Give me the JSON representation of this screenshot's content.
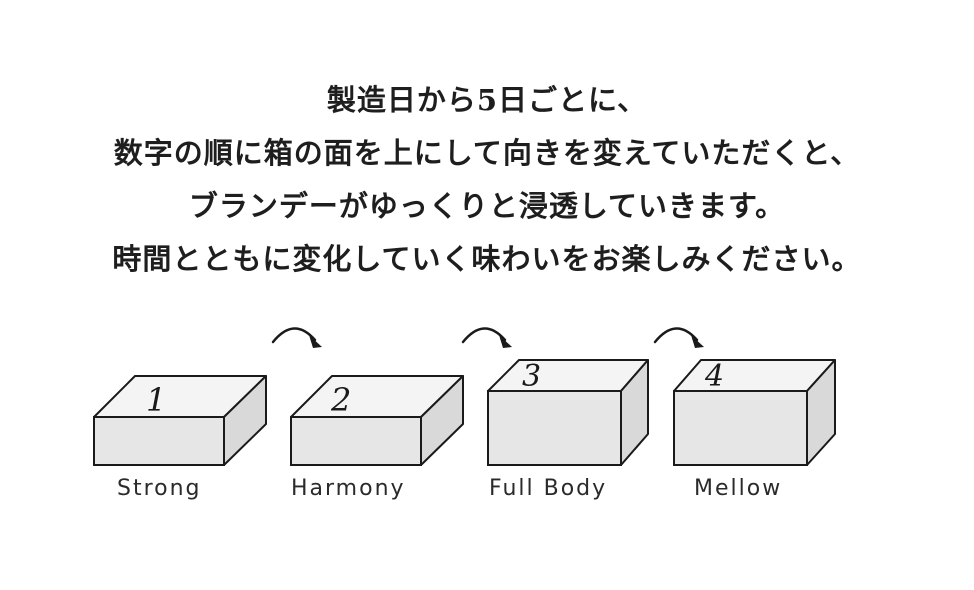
{
  "intro": {
    "lines": [
      "製造日から5日ごとに、",
      "数字の順に箱の面を上にして向きを変えていただくと、",
      "ブランデーがゆっくりと浸透していきます。",
      "時間とともに変化していく味わいをお楽しみください。"
    ]
  },
  "steps": [
    {
      "number": "1",
      "label": "Strong"
    },
    {
      "number": "2",
      "label": "Harmony"
    },
    {
      "number": "3",
      "label": "Full Body"
    },
    {
      "number": "4",
      "label": "Mellow"
    }
  ],
  "colors": {
    "box_front": "#e6e6e6",
    "box_top": "#f4f4f4",
    "box_side": "#d9d9d9",
    "stroke": "#1a1a1a"
  },
  "icons": {
    "turn_arrow": "curved-arrow-right-icon"
  }
}
